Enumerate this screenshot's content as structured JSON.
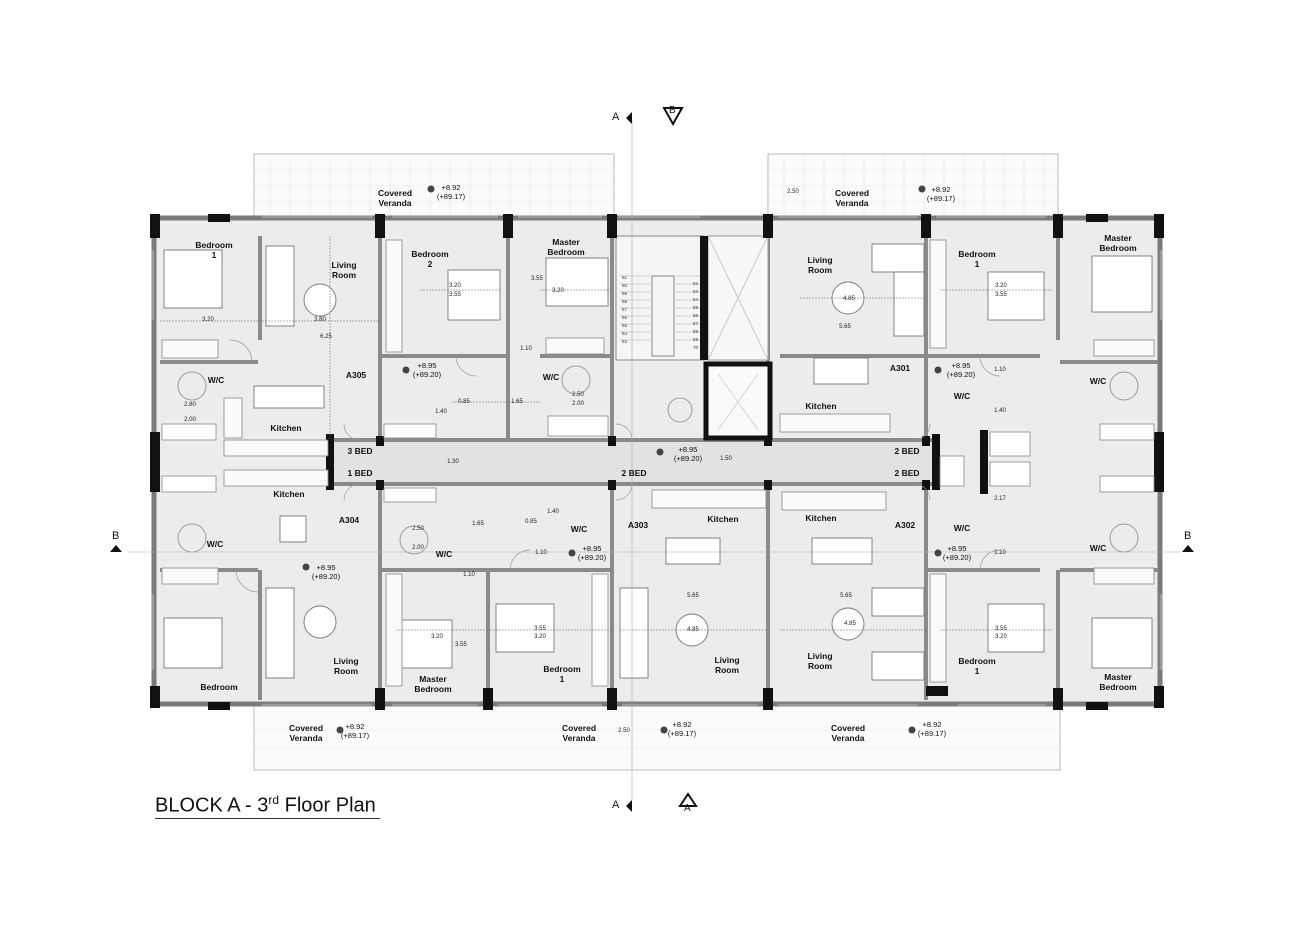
{
  "title": {
    "main": "BLOCK A - 3",
    "sup": "rd",
    "rest": " Floor Plan"
  },
  "section_marks": {
    "a": "A",
    "b": "B"
  },
  "rooms": {
    "covered_veranda": "Covered\nVeranda",
    "bedroom": "Bedroom",
    "bedroom_1": "Bedroom\n1",
    "bedroom_2": "Bedroom\n2",
    "master_bedroom": "Master\nBedroom",
    "living_room": "Living\nRoom",
    "kitchen": "Kitchen",
    "wc": "W/C"
  },
  "units": {
    "a301": "A301",
    "a302": "A302",
    "a303": "A303",
    "a304": "A304",
    "a305": "A305"
  },
  "types": {
    "bed3": "3 BED",
    "bed2": "2 BED",
    "bed1": "1 BED"
  },
  "levels": {
    "veranda": "+8.92\n(+89.17)",
    "floor": "+8.95\n(+89.20)"
  },
  "dims": {
    "d320": "3.20",
    "d355": "3.55",
    "d380": "3.80",
    "d625": "6.25",
    "d110": "1.10",
    "d280": "2.80",
    "d200": "2.00",
    "d085": "0.85",
    "d165": "1.65",
    "d250": "2.50",
    "d140": "1.40",
    "d130": "1.30",
    "d150": "1.50",
    "d485": "4.85",
    "d565": "5.65",
    "d217": "2.17"
  },
  "stair_numbers": {
    "left": [
      "61",
      "60",
      "59",
      "58",
      "57",
      "56",
      "55",
      "54",
      "53"
    ],
    "right": [
      "62",
      "63",
      "64",
      "65",
      "66",
      "67",
      "68",
      "69",
      "70"
    ]
  }
}
